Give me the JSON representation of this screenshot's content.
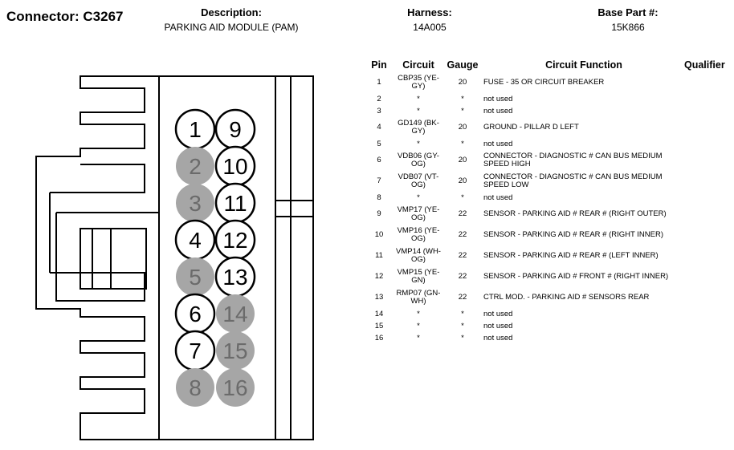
{
  "header": {
    "connector_label": "Connector:",
    "connector_value": "C3267",
    "description_label": "Description:",
    "description_value": "PARKING AID MODULE (PAM)",
    "harness_label": "Harness:",
    "harness_value": "14A005",
    "base_part_label": "Base Part #:",
    "base_part_value": "15K866"
  },
  "table": {
    "columns": [
      "Pin",
      "Circuit",
      "Gauge",
      "Circuit Function",
      "Qualifier"
    ],
    "rows": [
      {
        "pin": "1",
        "circuit": "CBP35 (YE-GY)",
        "gauge": "20",
        "function": "FUSE - 35 OR CIRCUIT BREAKER",
        "qualifier": ""
      },
      {
        "pin": "2",
        "circuit": "*",
        "gauge": "*",
        "function": "not used",
        "qualifier": ""
      },
      {
        "pin": "3",
        "circuit": "*",
        "gauge": "*",
        "function": "not used",
        "qualifier": ""
      },
      {
        "pin": "4",
        "circuit": "GD149 (BK-GY)",
        "gauge": "20",
        "function": "GROUND - PILLAR D LEFT",
        "qualifier": ""
      },
      {
        "pin": "5",
        "circuit": "*",
        "gauge": "*",
        "function": "not used",
        "qualifier": ""
      },
      {
        "pin": "6",
        "circuit": "VDB06 (GY-OG)",
        "gauge": "20",
        "function": "CONNECTOR - DIAGNOSTIC # CAN BUS MEDIUM SPEED HIGH",
        "qualifier": ""
      },
      {
        "pin": "7",
        "circuit": "VDB07 (VT-OG)",
        "gauge": "20",
        "function": "CONNECTOR - DIAGNOSTIC # CAN BUS MEDIUM SPEED LOW",
        "qualifier": ""
      },
      {
        "pin": "8",
        "circuit": "*",
        "gauge": "*",
        "function": "not used",
        "qualifier": ""
      },
      {
        "pin": "9",
        "circuit": "VMP17 (YE-OG)",
        "gauge": "22",
        "function": "SENSOR - PARKING AID # REAR # (RIGHT OUTER)",
        "qualifier": ""
      },
      {
        "pin": "10",
        "circuit": "VMP16 (YE-OG)",
        "gauge": "22",
        "function": "SENSOR - PARKING AID # REAR # (RIGHT INNER)",
        "qualifier": ""
      },
      {
        "pin": "11",
        "circuit": "VMP14 (WH-OG)",
        "gauge": "22",
        "function": "SENSOR - PARKING AID # REAR # (LEFT INNER)",
        "qualifier": ""
      },
      {
        "pin": "12",
        "circuit": "VMP15 (YE-GN)",
        "gauge": "22",
        "function": "SENSOR - PARKING AID # FRONT # (RIGHT INNER)",
        "qualifier": ""
      },
      {
        "pin": "13",
        "circuit": "RMP07 (GN-WH)",
        "gauge": "22",
        "function": "CTRL MOD. - PARKING AID # SENSORS REAR",
        "qualifier": ""
      },
      {
        "pin": "14",
        "circuit": "*",
        "gauge": "*",
        "function": "not used",
        "qualifier": ""
      },
      {
        "pin": "15",
        "circuit": "*",
        "gauge": "*",
        "function": "not used",
        "qualifier": ""
      },
      {
        "pin": "16",
        "circuit": "*",
        "gauge": "*",
        "function": "not used",
        "qualifier": ""
      }
    ]
  },
  "connector_pins": [
    {
      "num": "1",
      "used": true
    },
    {
      "num": "2",
      "used": false
    },
    {
      "num": "3",
      "used": false
    },
    {
      "num": "4",
      "used": true
    },
    {
      "num": "5",
      "used": false
    },
    {
      "num": "6",
      "used": true
    },
    {
      "num": "7",
      "used": true
    },
    {
      "num": "8",
      "used": false
    },
    {
      "num": "9",
      "used": true
    },
    {
      "num": "10",
      "used": true
    },
    {
      "num": "11",
      "used": true
    },
    {
      "num": "12",
      "used": true
    },
    {
      "num": "13",
      "used": true
    },
    {
      "num": "14",
      "used": false
    },
    {
      "num": "15",
      "used": false
    },
    {
      "num": "16",
      "used": false
    }
  ],
  "colors": {
    "used_fill": "#ffffff",
    "unused_fill": "#a6a6a6",
    "used_text": "#000000",
    "unused_text": "#6b6b6b"
  }
}
